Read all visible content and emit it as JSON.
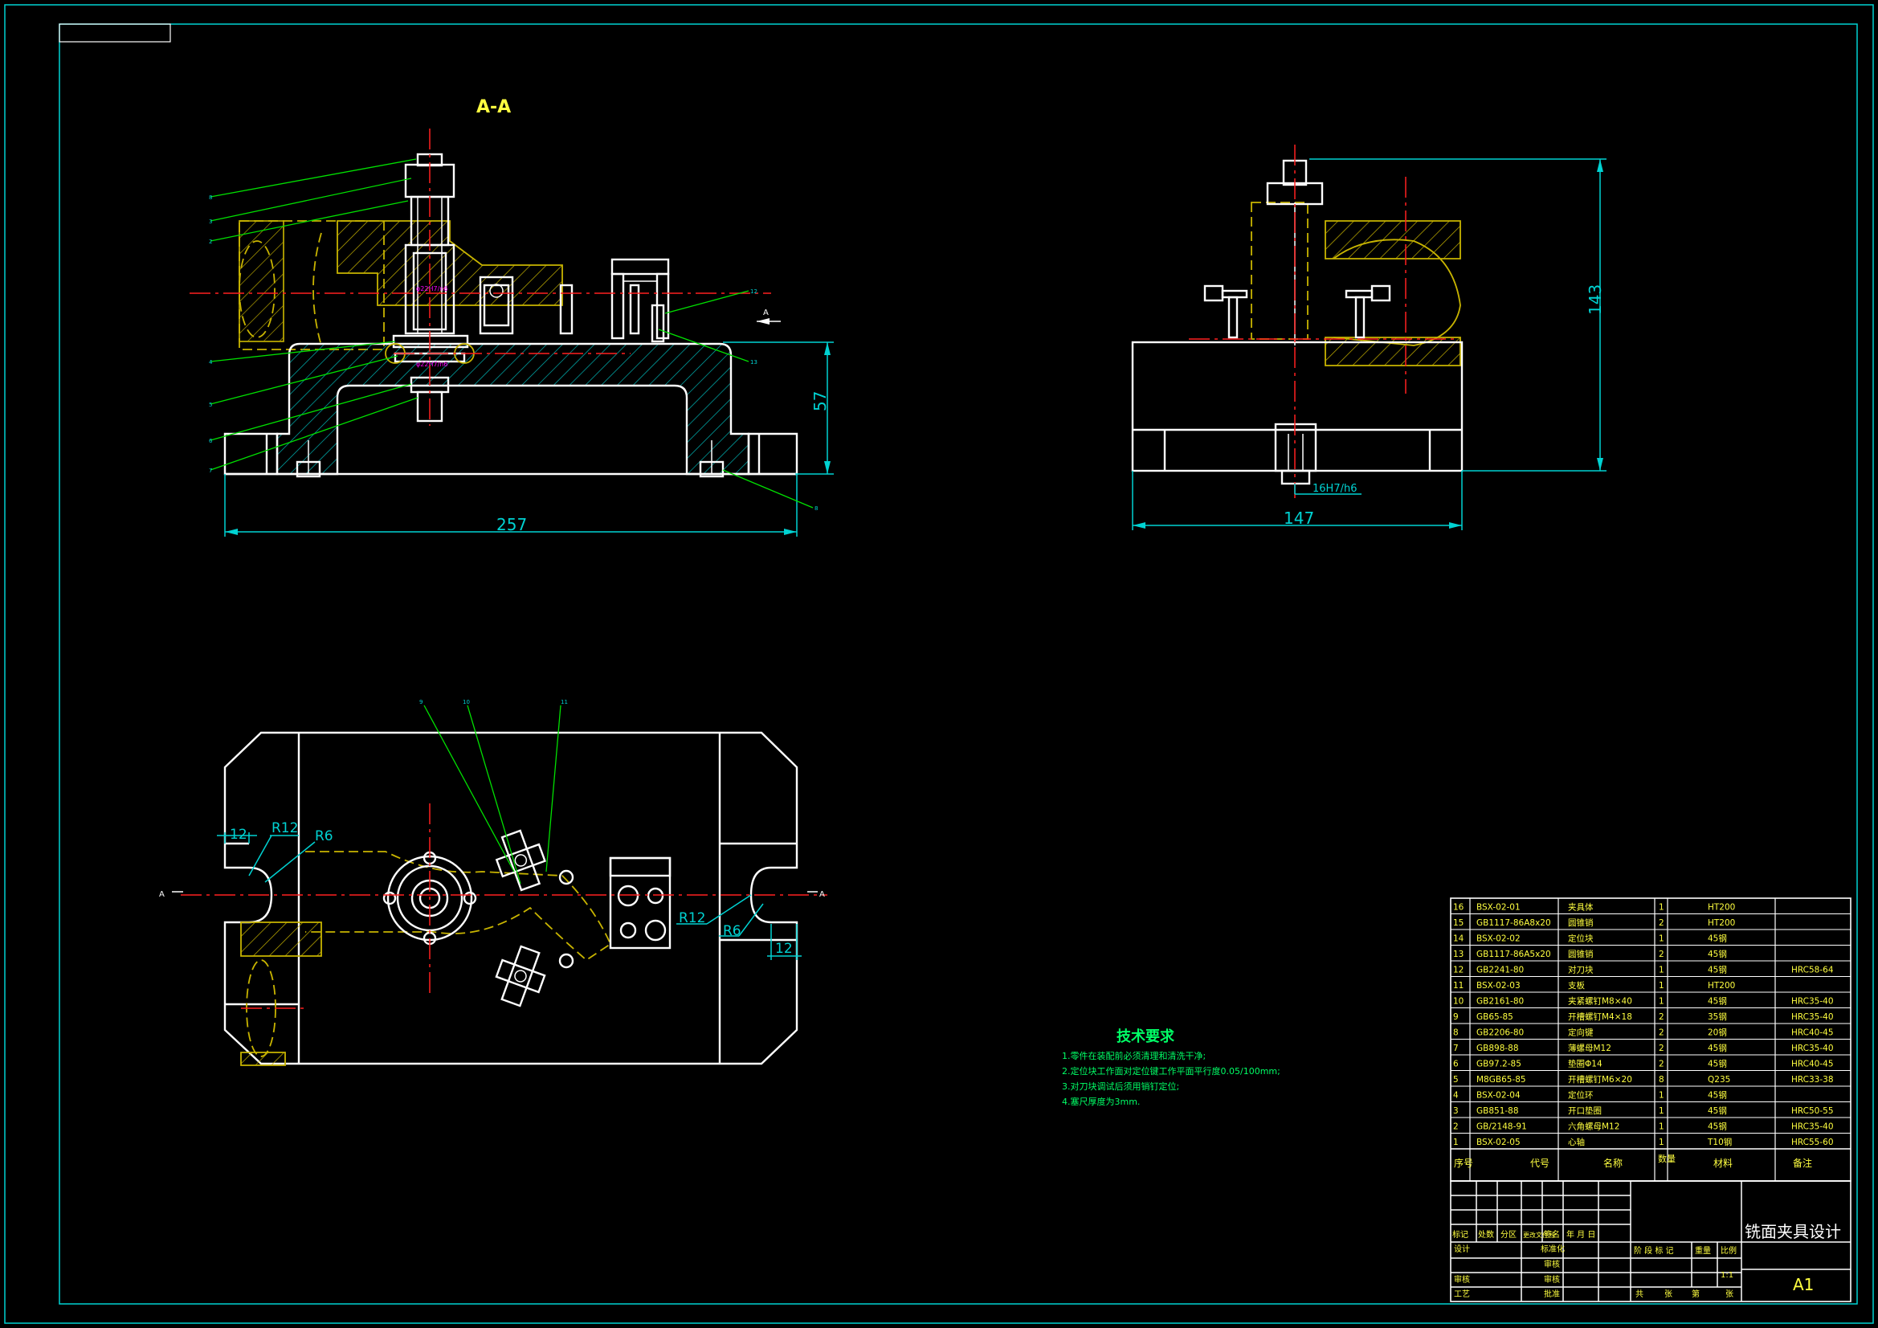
{
  "views": {
    "section_label": "A-A",
    "section_marker_left": "A",
    "section_marker_right": "A",
    "section_marker_top": "A"
  },
  "dimensions": {
    "overall_length": "257",
    "height": "57",
    "side_width": "147",
    "side_height": "143",
    "fit": "16H7/h6",
    "r12_left": "R12",
    "r6_left": "R6",
    "r12_right": "R12",
    "r6_right": "R6",
    "slot_left": "12",
    "slot_right": "12"
  },
  "leaders": {
    "front_left": [
      "8",
      "3",
      "2",
      "4",
      "5",
      "6",
      "7"
    ],
    "front_right": [
      "12",
      "13",
      "8"
    ],
    "plan_top": [
      "9",
      "10",
      "11"
    ]
  },
  "tech_requirements": {
    "title": "技术要求",
    "items": [
      "1.零件在装配前必须清理和清洗干净;",
      "2.定位块工作面对定位键工作平面平行度0.05/100mm;",
      "3.对刀块调试后须用销钉定位;",
      "4.塞尺厚度为3mm."
    ]
  },
  "bom": {
    "rows": [
      {
        "no": "16",
        "code": "BSX-02-01",
        "name": "夹具体",
        "qty": "1",
        "material": "HT200",
        "remark": ""
      },
      {
        "no": "15",
        "code": "GB1117-86A8x20",
        "name": "圆锥销",
        "qty": "2",
        "material": "HT200",
        "remark": ""
      },
      {
        "no": "14",
        "code": "BSX-02-02",
        "name": "定位块",
        "qty": "1",
        "material": "45钢",
        "remark": ""
      },
      {
        "no": "13",
        "code": "GB1117-86A5x20",
        "name": "圆锥销",
        "qty": "2",
        "material": "45钢",
        "remark": ""
      },
      {
        "no": "12",
        "code": "GB2241-80",
        "name": "对刀块",
        "qty": "1",
        "material": "45钢",
        "remark": "HRC58-64"
      },
      {
        "no": "11",
        "code": "BSX-02-03",
        "name": "支板",
        "qty": "1",
        "material": "HT200",
        "remark": ""
      },
      {
        "no": "10",
        "code": "GB2161-80",
        "name": "夹紧螺钉M8×40",
        "qty": "1",
        "material": "45钢",
        "remark": "HRC35-40"
      },
      {
        "no": "9",
        "code": "GB65-85",
        "name": "开槽螺钉M4×18",
        "qty": "2",
        "material": "35钢",
        "remark": "HRC35-40"
      },
      {
        "no": "8",
        "code": "GB2206-80",
        "name": "定向键",
        "qty": "2",
        "material": "20钢",
        "remark": "HRC40-45"
      },
      {
        "no": "7",
        "code": "GB898-88",
        "name": "薄螺母M12",
        "qty": "2",
        "material": "45钢",
        "remark": "HRC35-40"
      },
      {
        "no": "6",
        "code": "GB97.2-85",
        "name": "垫圈Φ14",
        "qty": "2",
        "material": "45钢",
        "remark": "HRC40-45"
      },
      {
        "no": "5",
        "code": "M8GB65-85",
        "name": "开槽螺钉M6×20",
        "qty": "8",
        "material": "Q235",
        "remark": "HRC33-38"
      },
      {
        "no": "4",
        "code": "BSX-02-04",
        "name": "定位环",
        "qty": "1",
        "material": "45钢",
        "remark": ""
      },
      {
        "no": "3",
        "code": "GB851-88",
        "name": "开口垫圈",
        "qty": "1",
        "material": "45钢",
        "remark": "HRC50-55"
      },
      {
        "no": "2",
        "code": "GB/2148-91",
        "name": "六角螺母M12",
        "qty": "1",
        "material": "45钢",
        "remark": "HRC35-40"
      },
      {
        "no": "1",
        "code": "BSX-02-05",
        "name": "心轴",
        "qty": "1",
        "material": "T10钢",
        "remark": "HRC55-60"
      }
    ],
    "header": {
      "no": "序号",
      "code": "代号",
      "name": "名称",
      "qty": "数量",
      "material": "材料",
      "remark": "备注"
    }
  },
  "title_block": {
    "drawing_title": "铣面夹具设计",
    "size": "A1",
    "scale": "1:1",
    "labels": {
      "mark": "标记",
      "count": "处数",
      "zone": "分区",
      "change_doc": "更改文件号",
      "sign": "签名",
      "date": "年 月 日",
      "design": "设计",
      "standardize": "标准化",
      "review": "审核",
      "craft": "工艺",
      "check": "审核",
      "approve": "批准",
      "stage_mark": "阶 段 标 记",
      "weight": "重量",
      "ratio": "比例",
      "total": "共",
      "sheets": "张",
      "page": "第",
      "page_sheets": "张"
    }
  },
  "colors": {
    "background": "#000000",
    "frame": "#00d2d2",
    "outline": "#ffffff",
    "hidden": "#c8b400",
    "centerline": "#ff2020",
    "dimension": "#00d2d2",
    "leader": "#00e000"
  }
}
